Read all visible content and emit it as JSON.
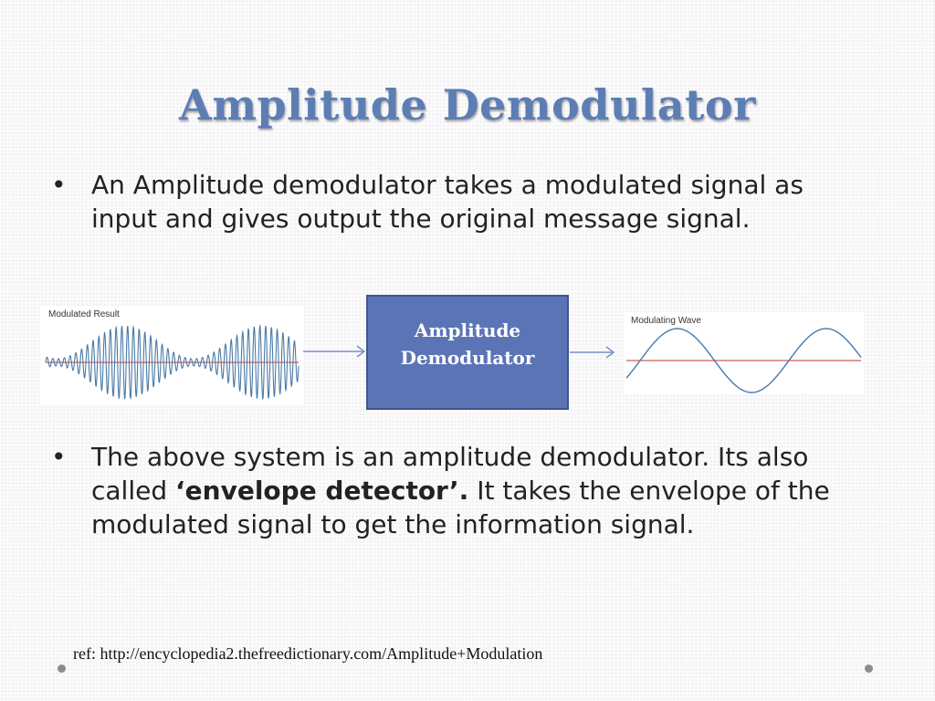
{
  "slide": {
    "title": "Amplitude Demodulator",
    "bullet_1": "An Amplitude demodulator takes a modulated signal as input and gives output the original message signal.",
    "bullet_2": {
      "prefix": "The above system is an amplitude demodulator. Its also called ",
      "bold": "‘envelope detector’.",
      "suffix": " It takes the envelope of the modulated signal to get the information signal."
    },
    "bullet_char": "•",
    "ref": "ref: http://encyclopedia2.thefreedictionary.com/Amplitude+Modulation"
  },
  "diagram": {
    "input_label": "Modulated Result",
    "block_label": "Amplitude Demodulator",
    "output_label": "Modulating Wave"
  },
  "colors": {
    "title": "#5d7eb4",
    "block_fill": "#5b74b6",
    "wave": "#4a7aa7",
    "baseline": "#c0392b",
    "arrow": "#7a8fc4"
  }
}
